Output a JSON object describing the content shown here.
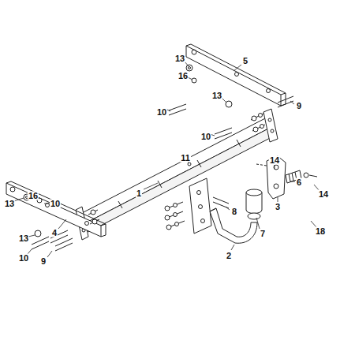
{
  "diagram": {
    "labels": [
      "13",
      "16",
      "10",
      "5",
      "9",
      "13",
      "10",
      "11",
      "14",
      "6",
      "14",
      "1",
      "13",
      "16",
      "10",
      "4",
      "3",
      "18",
      "13",
      "8",
      "7",
      "10",
      "9",
      "2"
    ]
  }
}
